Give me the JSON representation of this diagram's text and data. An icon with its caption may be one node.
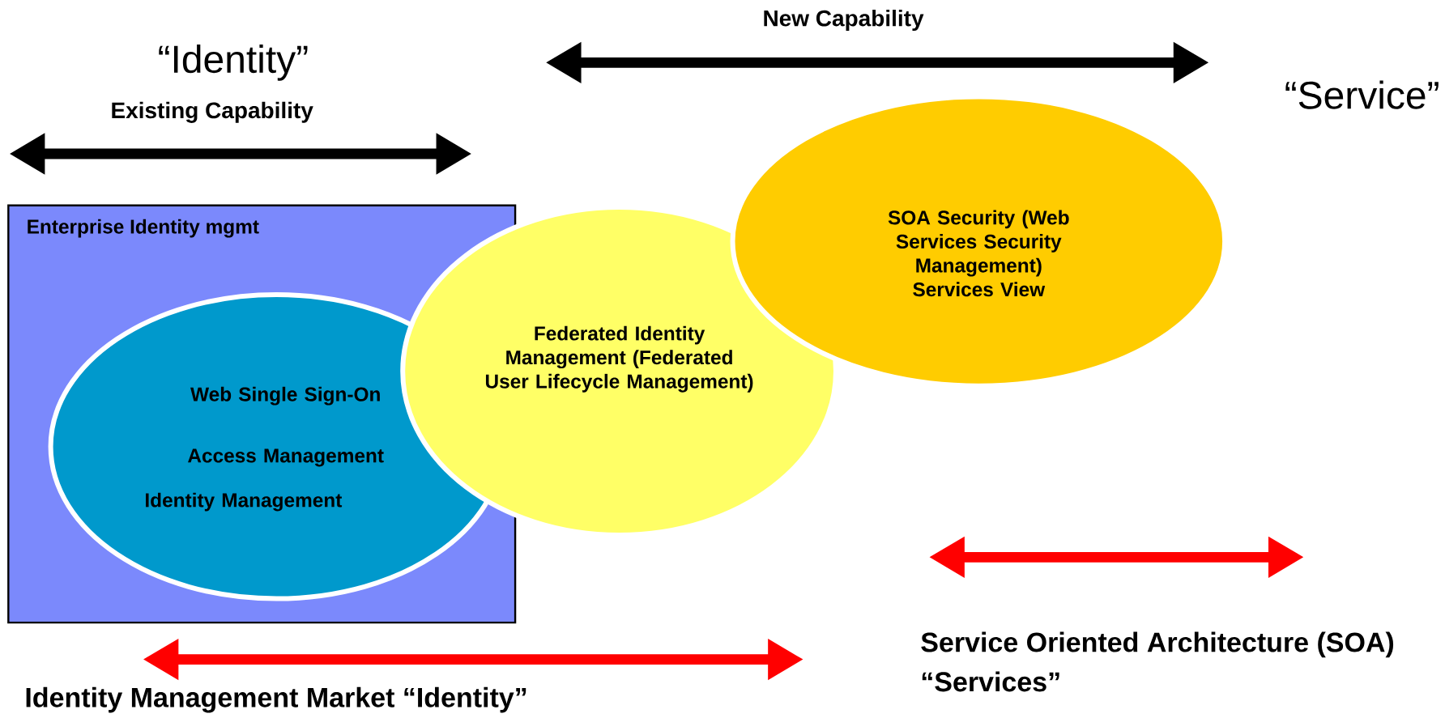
{
  "diagram": {
    "nodes": [
      {
        "text": [
          "Enterprise Identity mgmt"
        ]
      },
      {
        "text": [
          "Web Single Sign-On",
          "Access Management",
          "Identity Management"
        ],
        "in": 0
      },
      {
        "text": [
          "Federated Identity Management (Federated User Lifecycle Management)"
        ]
      },
      {
        "text": [
          "SOA Security (Web Services Security Management) Services View"
        ]
      }
    ],
    "labels": [
      "New Capability",
      "“Identity”",
      "Existing Capability",
      "“Service”",
      "Service Oriented Architecture (SOA)",
      "“Services”",
      "Identity Management Market “Identity”"
    ]
  }
}
